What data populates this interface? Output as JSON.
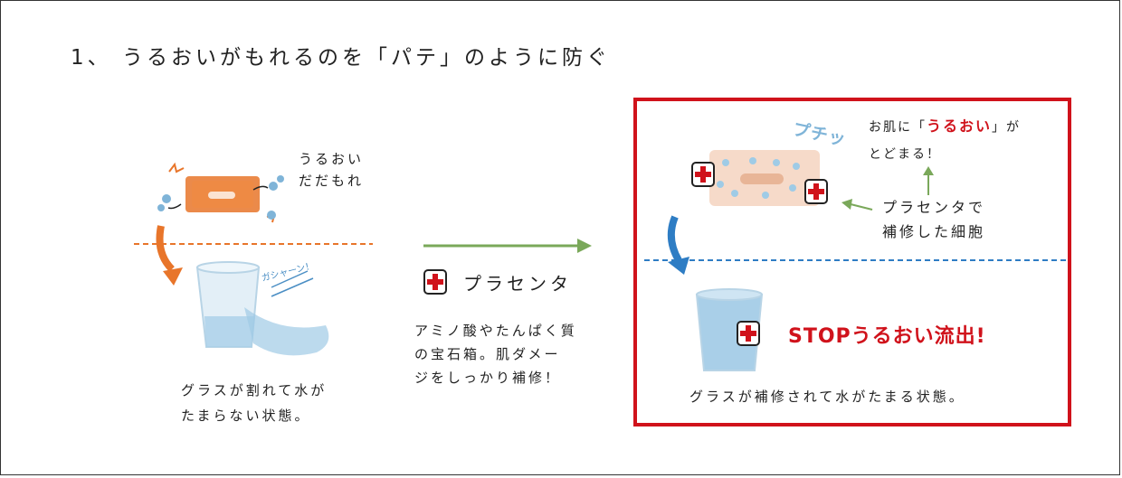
{
  "title": "1、 うるおいがもれるのを「パテ」のように防ぐ",
  "left": {
    "leak_line1": "うるおい",
    "leak_line2": "だだもれ",
    "gashan": "ガシャーン！",
    "caption_line1": "グラスが割れて水が",
    "caption_line2": "たまらない状態。"
  },
  "middle": {
    "placenta_label": "プラセンタ",
    "desc_line1": "アミノ酸やたんぱく質",
    "desc_line2": "の宝石箱。肌ダメー",
    "desc_line3": "ジをしっかり補修！"
  },
  "right": {
    "puchu": "プチッ",
    "note_pre": "お肌に「",
    "note_em": "うるおい",
    "note_post": "」が",
    "note_line2": "とどまる！",
    "repair_line1": "プラセンタで",
    "repair_line2": "補修した細胞",
    "stop_text": "STOPうるおい流出!",
    "caption": "グラスが補修されて水がたまる状態。"
  },
  "colors": {
    "accent_red": "#d0121b",
    "orange": "#e8752a",
    "green": "#7aa85a",
    "blue": "#2e7dc4",
    "water": "#9fcbe6"
  }
}
